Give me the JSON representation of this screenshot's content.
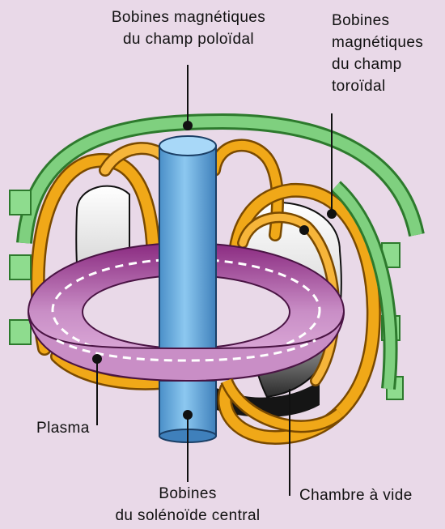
{
  "labels": {
    "poloidal_coils": {
      "line1": "Bobines magnétiques",
      "line2": "du champ poloïdal"
    },
    "toroidal_coils": {
      "line1": "Bobines",
      "line2": "magnétiques",
      "line3": "du champ",
      "line4": "toroïdal"
    },
    "plasma": "Plasma",
    "central_solenoid": {
      "line1": "Bobines",
      "line2": "du solénoïde central"
    },
    "vacuum_chamber": "Chambre à vide"
  },
  "colors": {
    "background": "#e9d9e8",
    "toroidal_coil": "#f0a818",
    "poloidal_coil": "#6cc46c",
    "solenoid": "#6aaee0",
    "plasma": "#c98ec6",
    "vacuum_chamber": "#e8e8e8"
  }
}
